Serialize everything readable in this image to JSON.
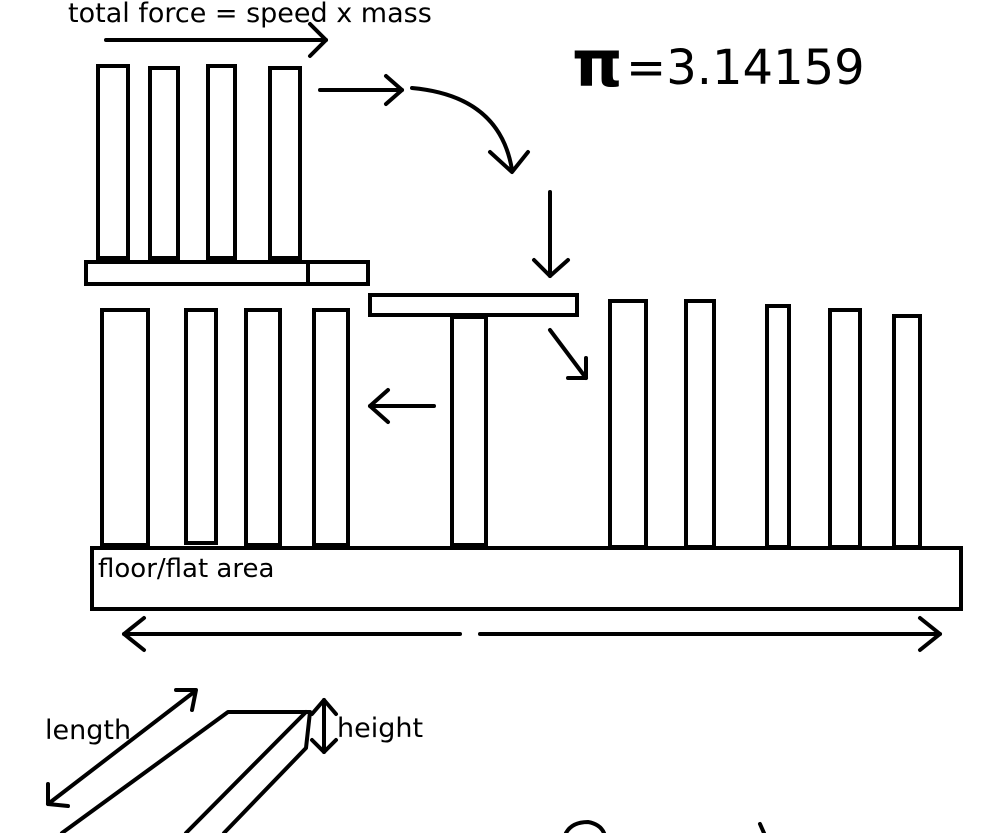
{
  "labels": {
    "formula": "total force = speed x mass",
    "pi_symbol": "π",
    "pi_value": "=3.14159",
    "floor": "floor/flat area",
    "length": "length",
    "height": "height"
  },
  "colors": {
    "ink": "#000000",
    "paper": "#ffffff"
  }
}
